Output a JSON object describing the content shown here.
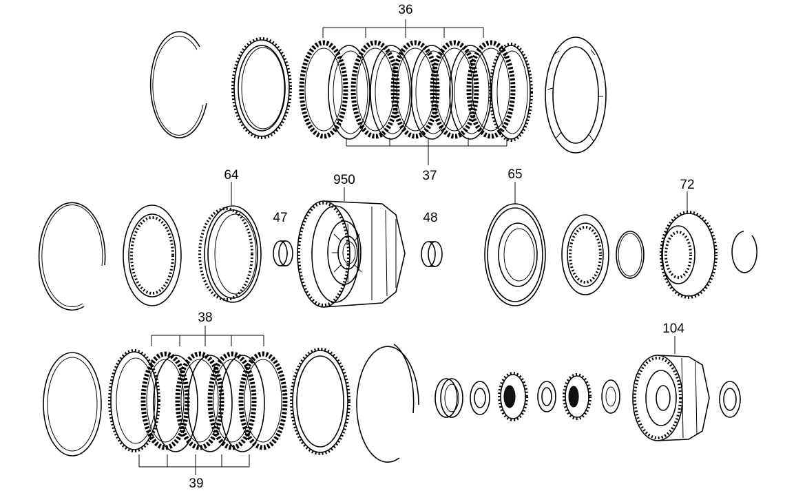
{
  "callouts": {
    "c36": "36",
    "c37": "37",
    "c64": "64",
    "c950": "950",
    "c47": "47",
    "c48": "48",
    "c65": "65",
    "c72": "72",
    "c38": "38",
    "c39": "39",
    "c104": "104"
  }
}
